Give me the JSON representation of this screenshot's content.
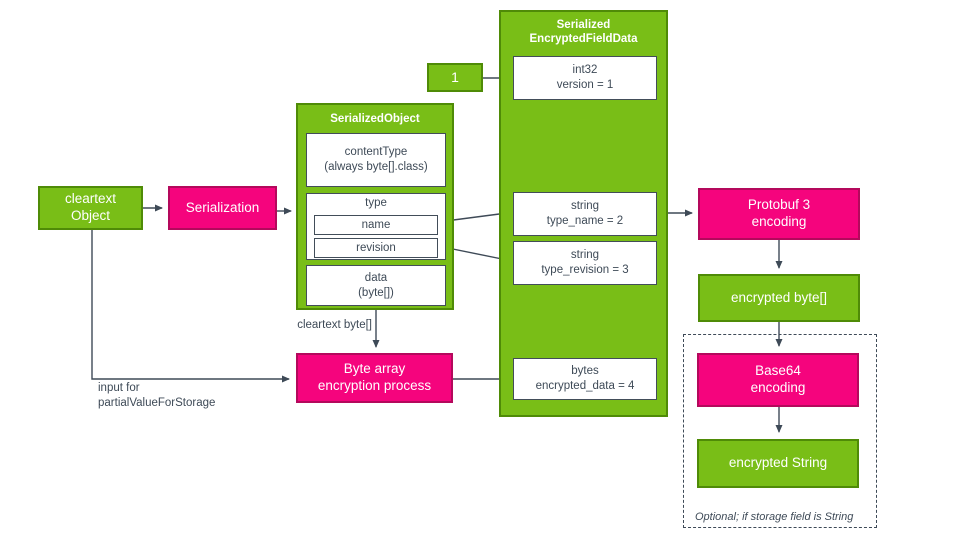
{
  "colors": {
    "green_fill": "#79be17",
    "green_border": "#4f8b07",
    "pink_fill": "#f5047d",
    "pink_border": "#b4095c",
    "line_ink": "#3e4a57",
    "white_box_bg": "#ffffff"
  },
  "nodes": {
    "cleartext_object": "cleartext\nObject",
    "serialization": "Serialization",
    "one_marker": "1",
    "serialized_object": {
      "title": "SerializedObject",
      "content_type": "contentType\n(always byte[].class)",
      "type_label": "type",
      "name": "name",
      "revision": "revision",
      "data": "data\n(byte[])"
    },
    "encrypted_field_data": {
      "title": "Serialized\nEncryptedFieldData",
      "version": "int32\nversion = 1",
      "type_name": "string\ntype_name = 2",
      "type_revision": "string\ntype_revision = 3",
      "encrypted_data": "bytes\nencrypted_data = 4"
    },
    "byte_array_encryption": "Byte array\nencryption process",
    "protobuf_encoding": "Protobuf 3\nencoding",
    "encrypted_byte": "encrypted byte[]",
    "base64_encoding": "Base64\nencoding",
    "encrypted_string": "encrypted String"
  },
  "labels": {
    "cleartext_byte": "cleartext byte[]",
    "input_for": "input for\npartialValueForStorage",
    "optional_note": "Optional; if storage field is String"
  }
}
